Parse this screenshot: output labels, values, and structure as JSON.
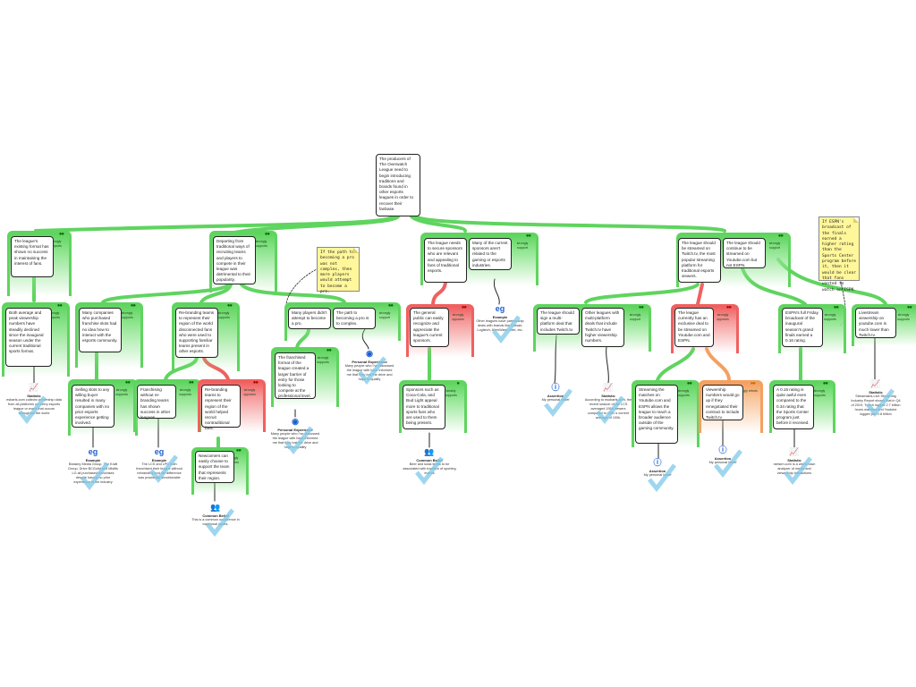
{
  "map": {
    "root": "The producers of The Overwatch League need to begin introducing traditions and brands found in other esports leagues in order to recover their fanbase.",
    "notes": {
      "pro_path": "If the path to becoming a pro was not complex, then more players would attempt to become a pro.",
      "espn": "If ESPN's broadcast of the finals earned a higher rating than the Sports Center program before it, then it would be clear that fans wanted to watch on ESPN."
    },
    "relations": {
      "strongly_supports": "strongly supports",
      "strongly_support": "strongly support",
      "strongly_opposes": "strongly opposes",
      "weakly_supports": "weakly supports",
      "strongly_rebuts": "strongly rebuts"
    },
    "claims": {
      "c1": "The league's existing format has shown no success in maintaining the interest of fans.",
      "c1a": "Both average and peak viewership numbers have steadily declined since the inaugural season under the current traditional sports format.",
      "c2": "Departing from traditional ways of recruiting teams and players to compete in their league was detrimental to their popularity.",
      "c2a": "Many companies who purchased franchise slots had no idea how to interact with the esports community.",
      "c2a1": "Selling slots to any willing buyer resulted in many companies with no prior esports experience getting involved.",
      "c2b": "Re-branding teams to represent their region of the world disconnected fans who were used to supporting familiar teams present in other esports.",
      "c2b1": "Franchising without re-branding teams has shown success in other leagues.",
      "c2b2": "Re-branding teams to represent their region of the world helped recruit nontraditional fans.",
      "c2b2a": "Newcomers can easily choose to support the team that represents their region.",
      "c2c1": "Many players didn't attempt to become a pro.",
      "c2c2": "The path to becoming a pro is to complex.",
      "c2c1a": "The franchised format of the league created a larger barrier of entry for those looking to compete at the professional level.",
      "c3a": "The league needs to secure sponsors who are relevant and appealing to fans of traditional esports.",
      "c3b": "Many of the current sponsors aren't related to the gaming or esports industries.",
      "c3c": "The general public can easily recognize and appreciate the league's current sponsors.",
      "c3c1": "Sponsors such as Coca-Cola, and Bud Light appeal more to traditional sports fans who are used to them being present.",
      "c4a": "The league should be streamed on Twitch.tv, the most popular streaming platform for traditional esports viewers.",
      "c4b": "The league should continue to be streamed on Youtube.com but not ESPN.",
      "c4a1": "The league should sign a multi-platform deal that includes Twitch.tv.",
      "c4a2": "Other leagues with multi-platform deals that include Twitch.tv have higher viewership numbers.",
      "c4c": "The league currently has an exclusive deal to be streamed on Youtube.com and ESPN.",
      "c4c1": "Streaming the matches on Youtube.com and ESPN allows the league to reach a broader audience outside of the gaming community.",
      "c4c2": "Viewership numbers would go up if they renegotiated their contract to include Twitch.tv.",
      "c4d": "ESPN's full Friday broadcast of the inaugural season's grand finals earned a 0.16 rating.",
      "c4d1": "A 0.16 rating is quite awful even compared to the 0.34 rating that the Sports Center program just before it received.",
      "c4e": "Livestream viewership on youtube.com is much lower than Twitch.tv."
    },
    "bases": {
      "b1": {
        "icon": "statistics-icon",
        "title": "Statistic",
        "text": "esbarts.com collects viewership data from all platforms on every esports league or event that occurs throughout the world"
      },
      "b2": {
        "icon": "example-icon",
        "title": "Example",
        "text": "Beasley Media Group, The Kraft Group, Drive BCGuild and Misfits LG all purchased franchises despite having no prior experience in the industry"
      },
      "b3": {
        "icon": "example-icon",
        "title": "Example",
        "text": "The LCS and LPC both franchised their league without rebranding and the difference was practically unnoticeable"
      },
      "b4": {
        "icon": "common-belief-icon",
        "title": "Common Belief",
        "text": "This is a common occurrence in traditional sports."
      },
      "b5": {
        "icon": "personal-experience-icon",
        "title": "Personal Experience",
        "text": "Many people who I've discussed the league with have informed me that they lost the drive and hope to qualify"
      },
      "b6": {
        "icon": "personal-experience-icon",
        "title": "Personal Experience",
        "text": "Many people who I've discussed the league with have informed me that they lost the drive and hope to qualify"
      },
      "b7": {
        "icon": "example-icon",
        "title": "Example",
        "text": "Other leagues have partnership deals with brands like Corsair, Logitech, AlienWare, Intel, etc."
      },
      "b8": {
        "icon": "common-belief-icon",
        "title": "Common Belief",
        "text": "Beer and soda tends to be associated with tradition of sporting events"
      },
      "b9": {
        "icon": "assertion-icon",
        "title": "Assertion",
        "text": "My personal belief"
      },
      "b10": {
        "icon": "statistics-icon",
        "title": "Statistic",
        "text": "According to esobarts.com, the recent season of the LCS averaged 195k viewers compared to OWL's current average of 100k."
      },
      "b11": {
        "icon": "assertion-icon",
        "title": "Assertion",
        "text": "My personal belief"
      },
      "b12": {
        "icon": "assertion-icon",
        "title": "Assertion",
        "text": "My personal belief"
      },
      "b13": {
        "icon": "statistics-icon",
        "title": "Statistic",
        "text": "nielsen.com is a well known analyzer of media and viewership interactions"
      },
      "b14": {
        "icon": "statistics-icon",
        "title": "Statistic",
        "text": "Streamlabs.Live Streaming Industry Report shows that in Q4 of 2019, Twitch logged 2.7 billion hours watched and Youtube logged just 0.8 billion"
      }
    }
  }
}
